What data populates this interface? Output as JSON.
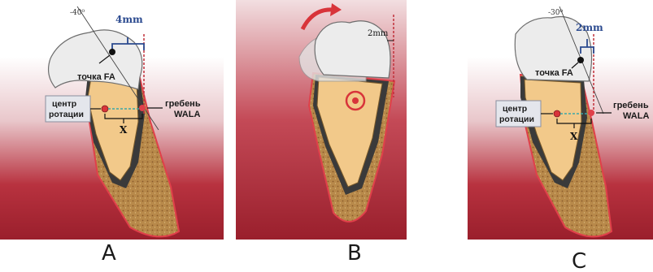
{
  "panels": [
    {
      "letter": "A",
      "angle": "-40⁰",
      "measurement": "4mm",
      "fa_label": "точка FA",
      "center_label_line1": "центр",
      "center_label_line2": "ротации",
      "ridge_label_line1": "гребень",
      "ridge_label_line2": "WALA",
      "distance_label": "X"
    },
    {
      "letter": "B",
      "measurement": "2mm"
    },
    {
      "letter": "C",
      "angle": "-30⁰",
      "measurement": "2mm",
      "fa_label": "точка FA",
      "center_label_line1": "центр",
      "center_label_line2": "ротации",
      "ridge_label_line1": "гребень",
      "ridge_label_line2": "WALA",
      "distance_label": "X"
    }
  ],
  "colors": {
    "gum": "#b5303f",
    "bone": "#c79a55",
    "root": "#f2c98a",
    "crown": "#ececec",
    "measure_blue": "#2b4a8f",
    "marker_red": "#d8343a"
  }
}
